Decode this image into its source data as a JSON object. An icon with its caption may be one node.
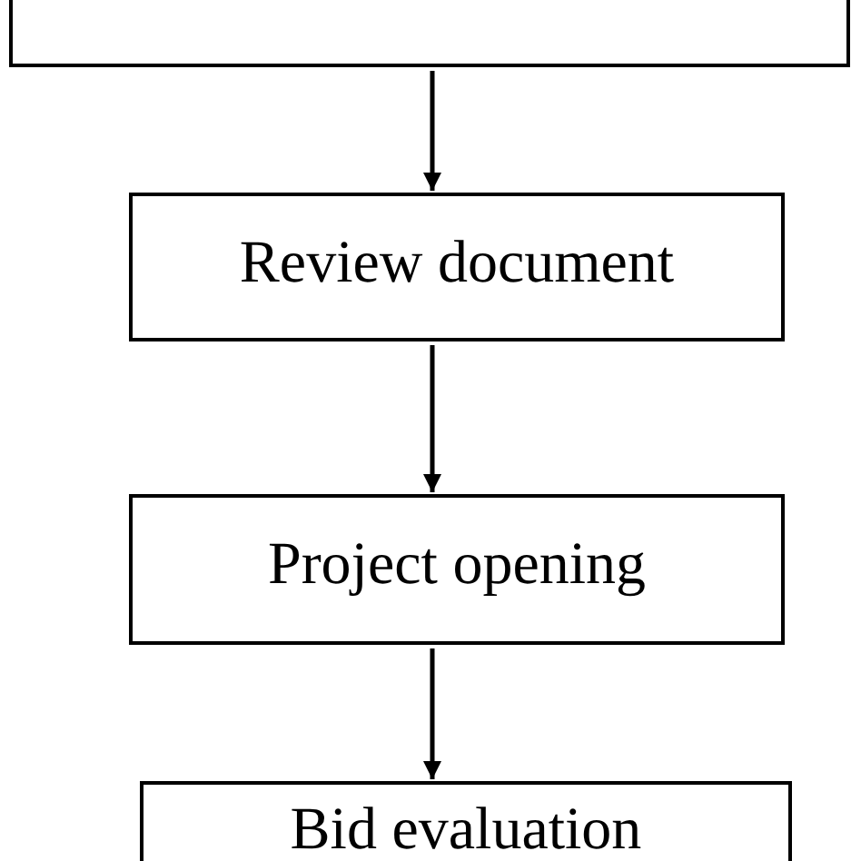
{
  "diagram": {
    "nodes": [
      {
        "text": [],
        "shape": "box"
      },
      {
        "text": [
          "Review document"
        ]
      },
      {
        "text": [
          "Project opening"
        ]
      },
      {
        "text": [
          "Bid evaluation"
        ]
      }
    ],
    "edges": [
      {
        "from": 0,
        "to": 1,
        "arrow": "to"
      },
      {
        "from": 1,
        "to": 2,
        "arrow": "to"
      },
      {
        "from": 2,
        "to": 3,
        "arrow": "to"
      }
    ]
  }
}
